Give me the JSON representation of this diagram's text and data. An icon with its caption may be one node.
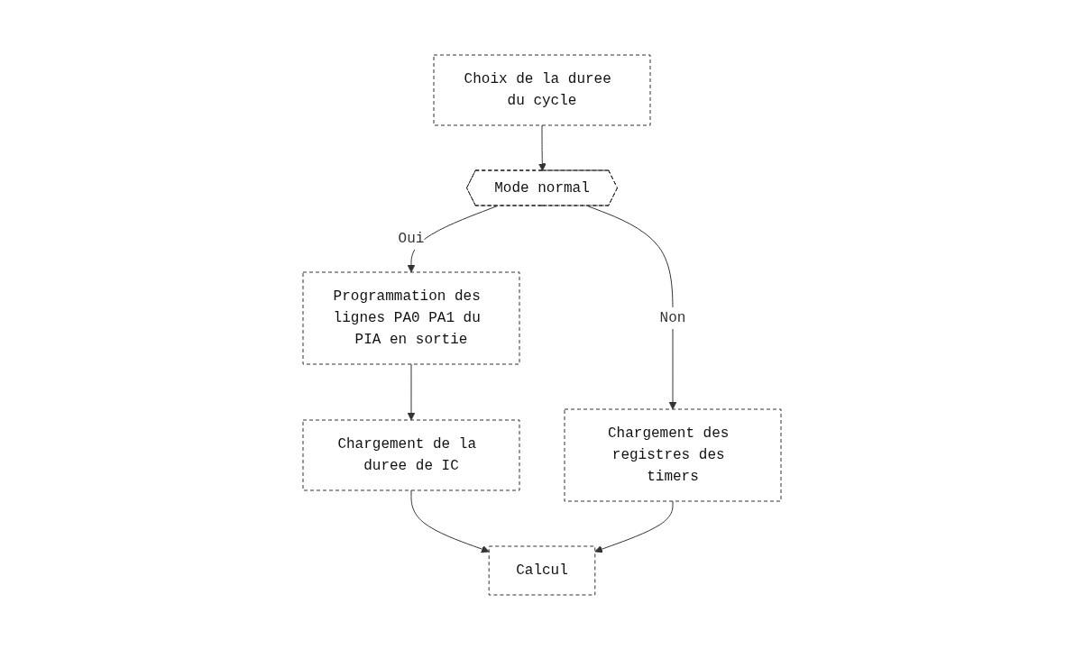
{
  "diagram": {
    "nodes": [
      {
        "text": [
          "Choix de la duree du cycle"
        ]
      },
      {
        "text": [
          "Mode normal"
        ]
      },
      {
        "text": [
          "Programmation des lignes PA0 PA1 du PIA en sortie"
        ]
      },
      {
        "text": [
          "Chargement des registres des timers"
        ]
      },
      {
        "text": [
          "Chargement de la duree de IC"
        ]
      },
      {
        "text": [
          "Calcul"
        ]
      }
    ],
    "edges": [
      {
        "from": 0,
        "to": 1,
        "arrow": "to"
      },
      {
        "from": 1,
        "to": 2,
        "arrow": "to",
        "label": "Oui"
      },
      {
        "from": 1,
        "to": 3,
        "arrow": "to",
        "label": "Non"
      },
      {
        "from": 2,
        "to": 4,
        "arrow": "to"
      },
      {
        "from": 4,
        "to": 5,
        "arrow": "to"
      },
      {
        "from": 3,
        "to": 5,
        "arrow": "to"
      }
    ]
  }
}
